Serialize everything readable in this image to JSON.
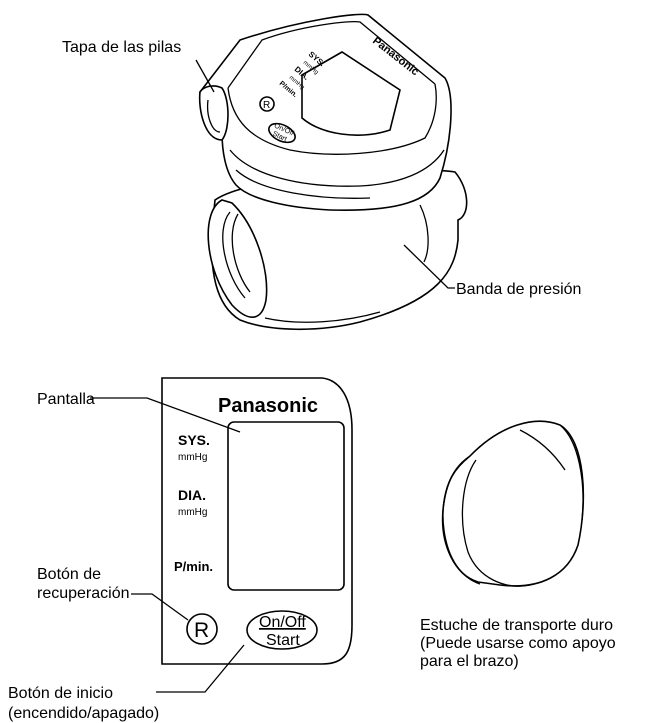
{
  "callouts": {
    "battery_cover": "Tapa de las pilas",
    "cuff": "Banda de presión",
    "display": "Pantalla",
    "recall_line1": "Botón de",
    "recall_line2": "recuperación",
    "start_line1": "Botón de inicio",
    "start_line2": "(encendido/apagado)",
    "case_line1": "Estuche de transporte duro",
    "case_line2": "(Puede usarse como apoyo",
    "case_line3": "para el brazo)"
  },
  "device": {
    "brand": "Panasonic",
    "sys": "SYS.",
    "dia": "DIA.",
    "unit": "mmHg",
    "pulse": "P/min.",
    "recall_button": "R",
    "onoff": "On/Off",
    "start": "Start"
  }
}
